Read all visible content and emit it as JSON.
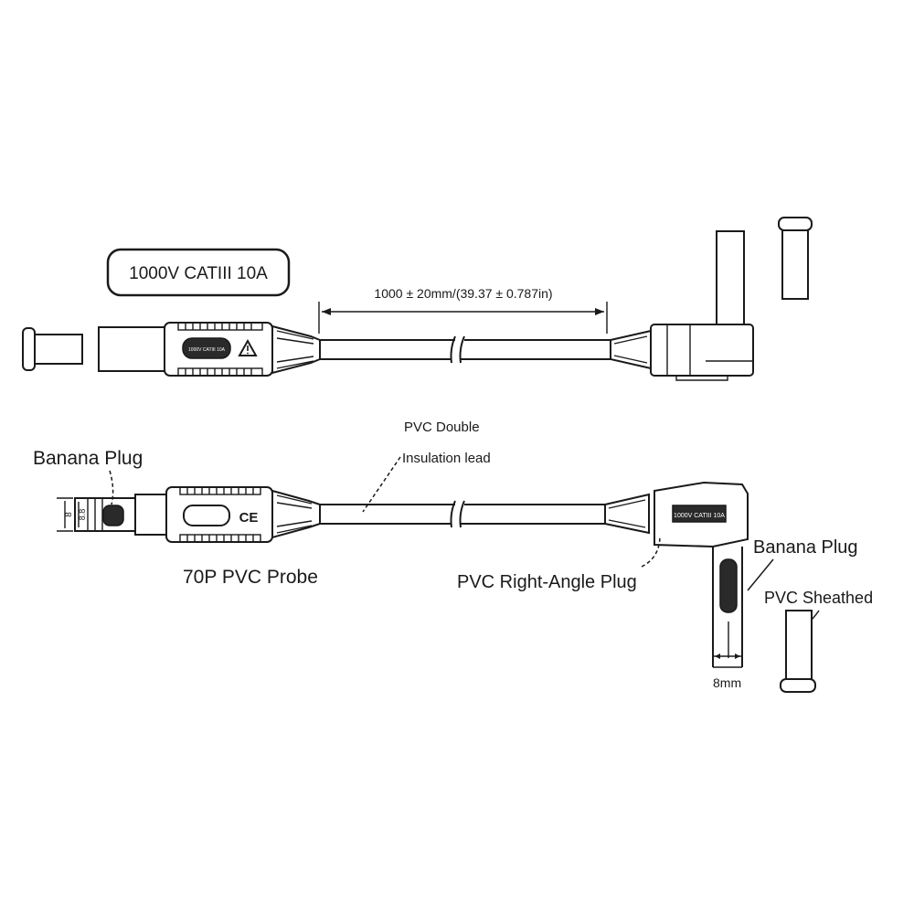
{
  "rating_label": "1000V CATIII 10A",
  "dimension": {
    "length_text": "1000 ± 20mm/(39.37 ± 0.787in)"
  },
  "callouts": {
    "banana_plug_left": "Banana Plug",
    "probe": "70P PVC Probe",
    "lead_line1": "PVC Double",
    "lead_line2": "Insulation lead",
    "right_angle_plug": "PVC Right-Angle Plug",
    "banana_plug_right": "Banana Plug",
    "sheathed": "PVC Sheathed",
    "diameter_right": "8mm",
    "diameter_left": "8",
    "diameter_left_inner": "8.8"
  },
  "probe_marking": "1000V CATIII 10A",
  "symbols": {
    "warning": "warning-triangle-icon",
    "ce": "CE",
    "ce_icon": "ce-mark-icon"
  }
}
